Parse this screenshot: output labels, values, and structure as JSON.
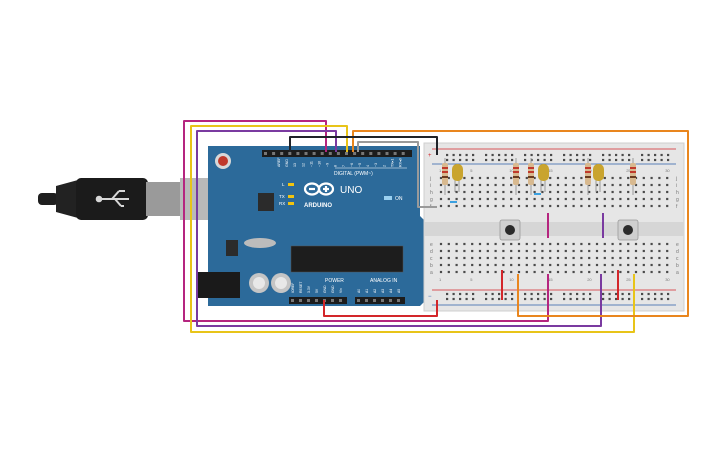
{
  "canvas": {
    "background": "#ffffff"
  },
  "usb_cable": {
    "name": "usb-cable",
    "icon": "usb-trident-icon"
  },
  "arduino": {
    "board_color": "#2c6a9a",
    "logo_text": "ARDUINO",
    "model": "UNO",
    "digital_header": "DIGITAL (PWM~)",
    "power_header": "POWER",
    "analog_header": "ANALOG IN",
    "on_label": "ON",
    "tx_label": "TX",
    "rx_label": "RX",
    "l_label": "L",
    "digital_pins": [
      "AREF",
      "GND",
      "13",
      "12",
      "~11",
      "~10",
      "~9",
      "8",
      "7",
      "~6",
      "~5",
      "4",
      "~3",
      "2",
      "TX▸1",
      "RX◂0"
    ],
    "power_pins": [
      "IOREF",
      "RESET",
      "3.3V",
      "5V",
      "GND",
      "GND",
      "Vin"
    ],
    "analog_pins": [
      "A0",
      "A1",
      "A2",
      "A3",
      "A4",
      "A5"
    ]
  },
  "breadboard": {
    "row_letters_top": [
      "j",
      "i",
      "h",
      "g",
      "f"
    ],
    "row_letters_bottom": [
      "e",
      "d",
      "c",
      "b",
      "a"
    ],
    "column_numbers": [
      "1",
      "5",
      "10",
      "15",
      "20",
      "25",
      "30"
    ],
    "rail_plus": "+",
    "rail_minus": "−"
  },
  "components": {
    "resistors": 5,
    "leds": 3,
    "led_color": "#c9a42e",
    "pushbuttons": 2
  },
  "wire_colors": {
    "magenta": "#b5257f",
    "purple": "#7a3aa0",
    "yellow": "#e8c419",
    "orange": "#e9861e",
    "red": "#d3262a",
    "black": "#1f2329",
    "gray": "#9a9a9a"
  }
}
